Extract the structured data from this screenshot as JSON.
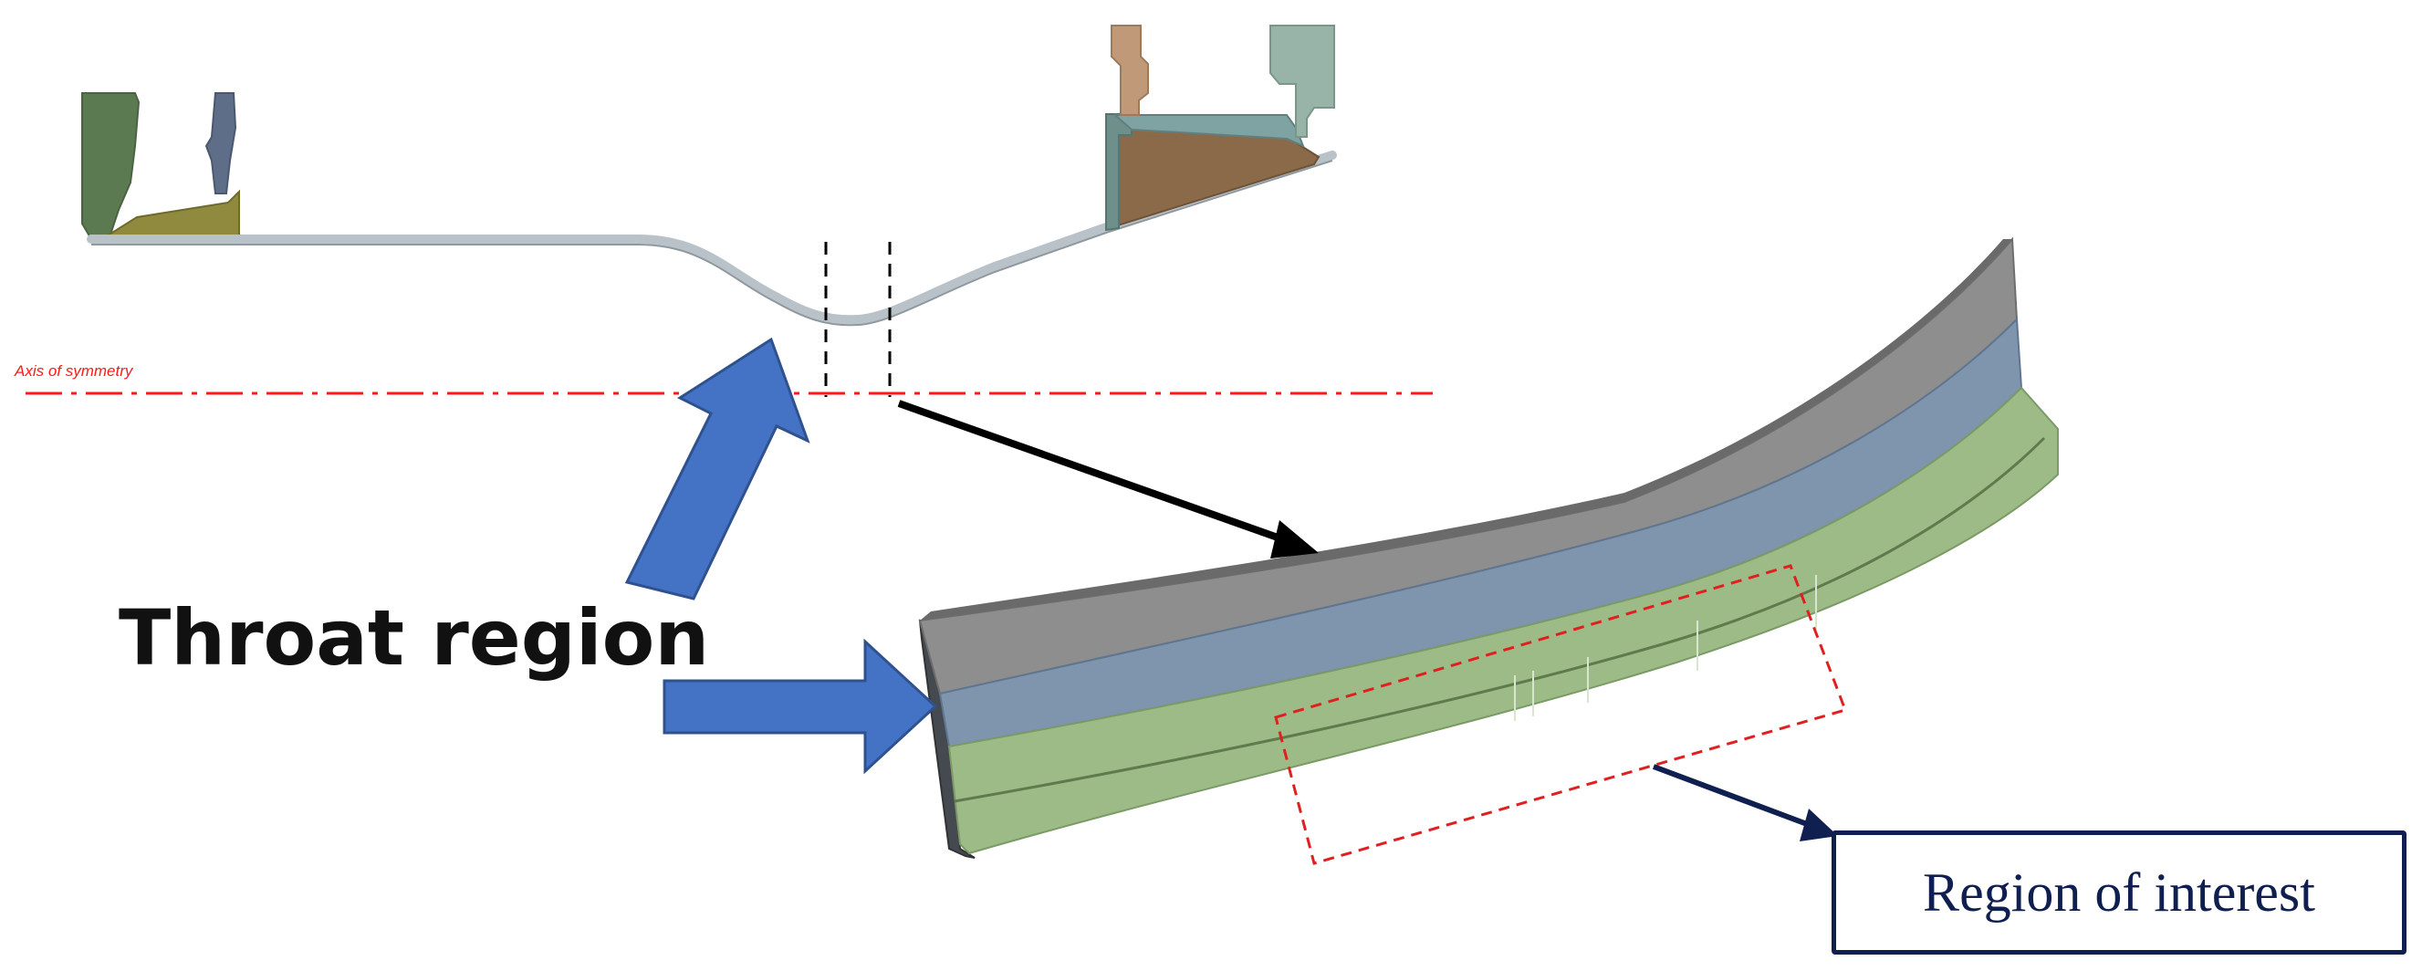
{
  "labels": {
    "throat_region": "Throat region",
    "axis_of_symmetry": "Axis of symmetry",
    "region_of_interest": "Region of interest"
  },
  "colors": {
    "axis_line": "#ff1a1a",
    "blue_arrow": "#4472c4",
    "black_arrow": "#000000",
    "roi_border": "#0f1f4f",
    "dashed_box": "#e02020",
    "layer_gray": "#8a8a8a",
    "layer_blue": "#7f95ad",
    "layer_green": "#9cbb86",
    "profile_outline": "#b9c2c8"
  }
}
